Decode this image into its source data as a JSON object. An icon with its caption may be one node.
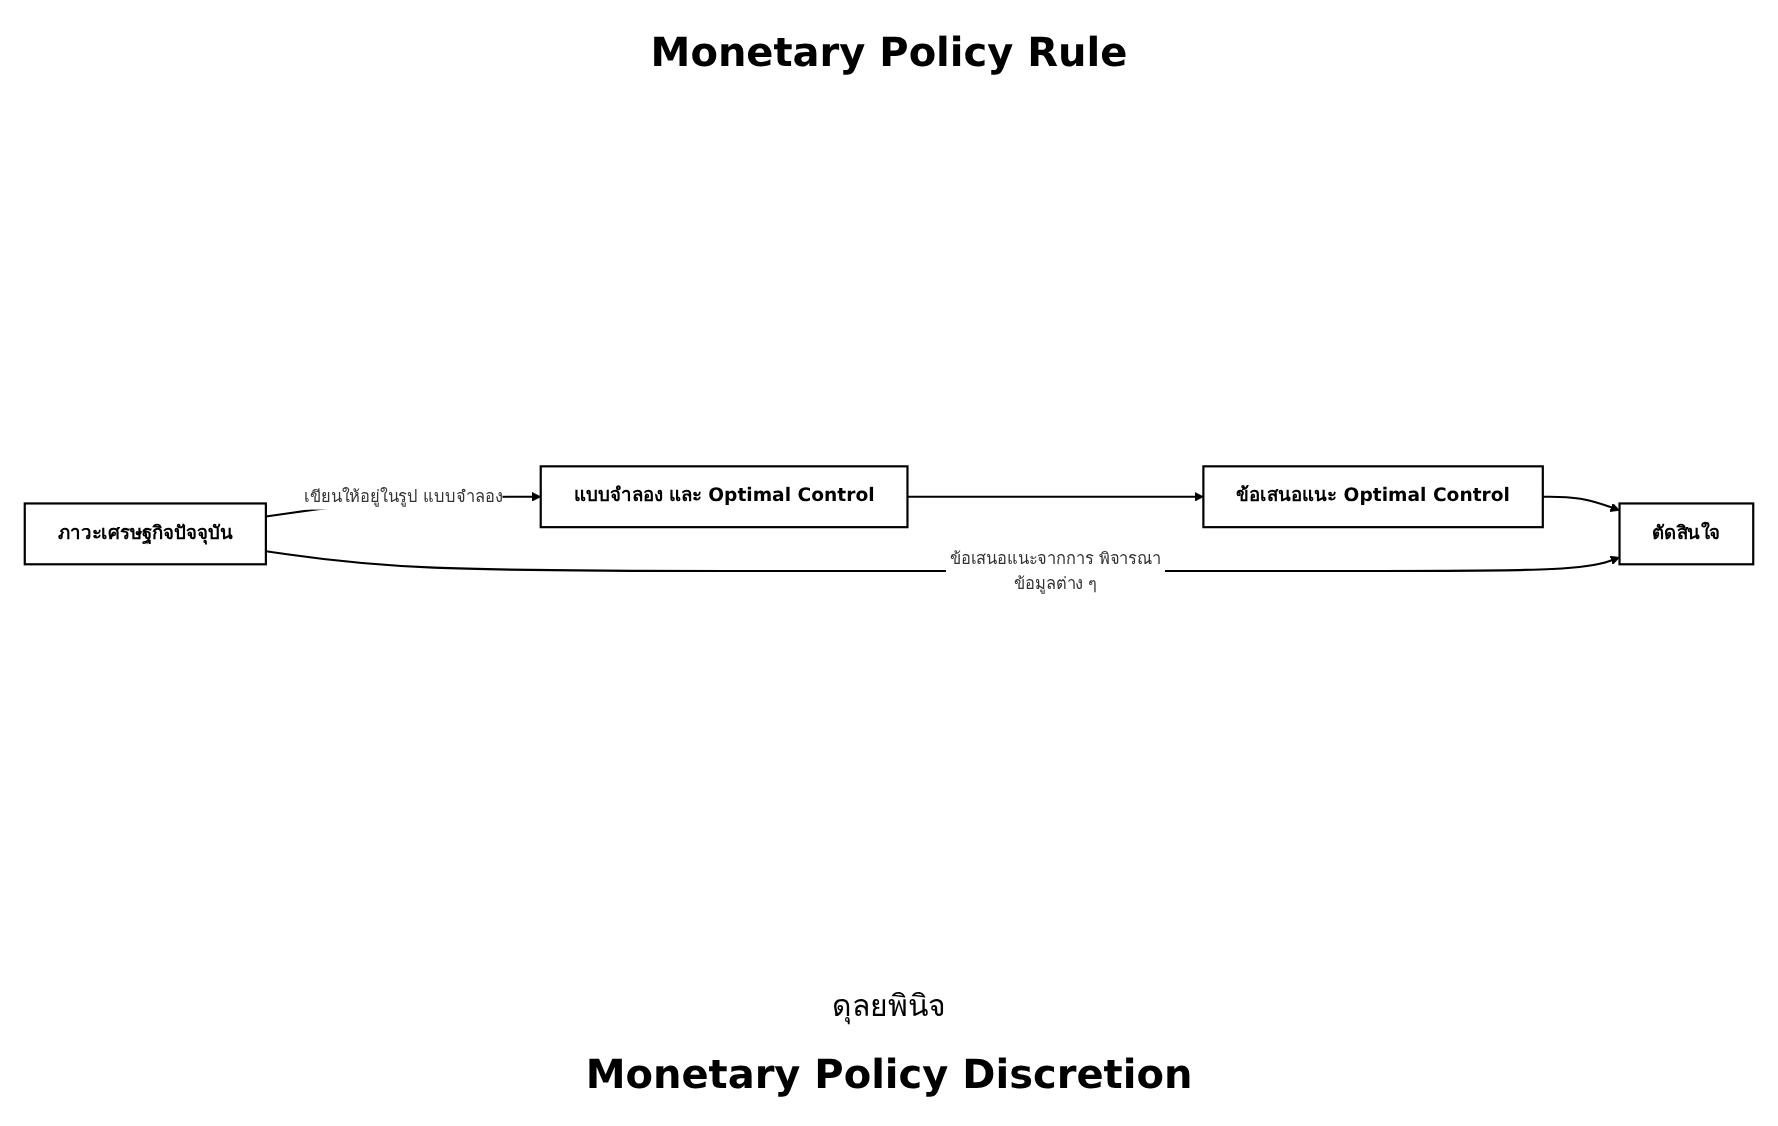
{
  "diagram": {
    "title": "Monetary Policy Rule",
    "caption": "Monetary Policy Discretion",
    "nodes": [
      {
        "text": [
          "แบบจำลอง และ Optimal Control"
        ]
      },
      {
        "text": [
          "ข้อเสนอแนะ Optimal Control"
        ]
      },
      {
        "text": [
          "ภาวะเศรษฐกิจปัจจุบัน"
        ]
      },
      {
        "text": [
          "ตัดสินใจ"
        ]
      }
    ],
    "edges": [
      {
        "from": 0,
        "to": 1,
        "arrow": "to"
      },
      {
        "from": 2,
        "to": 0,
        "arrow": "to",
        "label": "เขียนให้อยู่ในรูป แบบจำลอง"
      },
      {
        "from": 1,
        "to": 3,
        "arrow": "to"
      },
      {
        "from": 2,
        "to": 3,
        "arrow": "to",
        "label": "ข้อเสนอแนะจากการ พิจารณาข้อมูลต่าง ๆ"
      }
    ],
    "labels": [
      "ดุลยพินิจ"
    ]
  }
}
